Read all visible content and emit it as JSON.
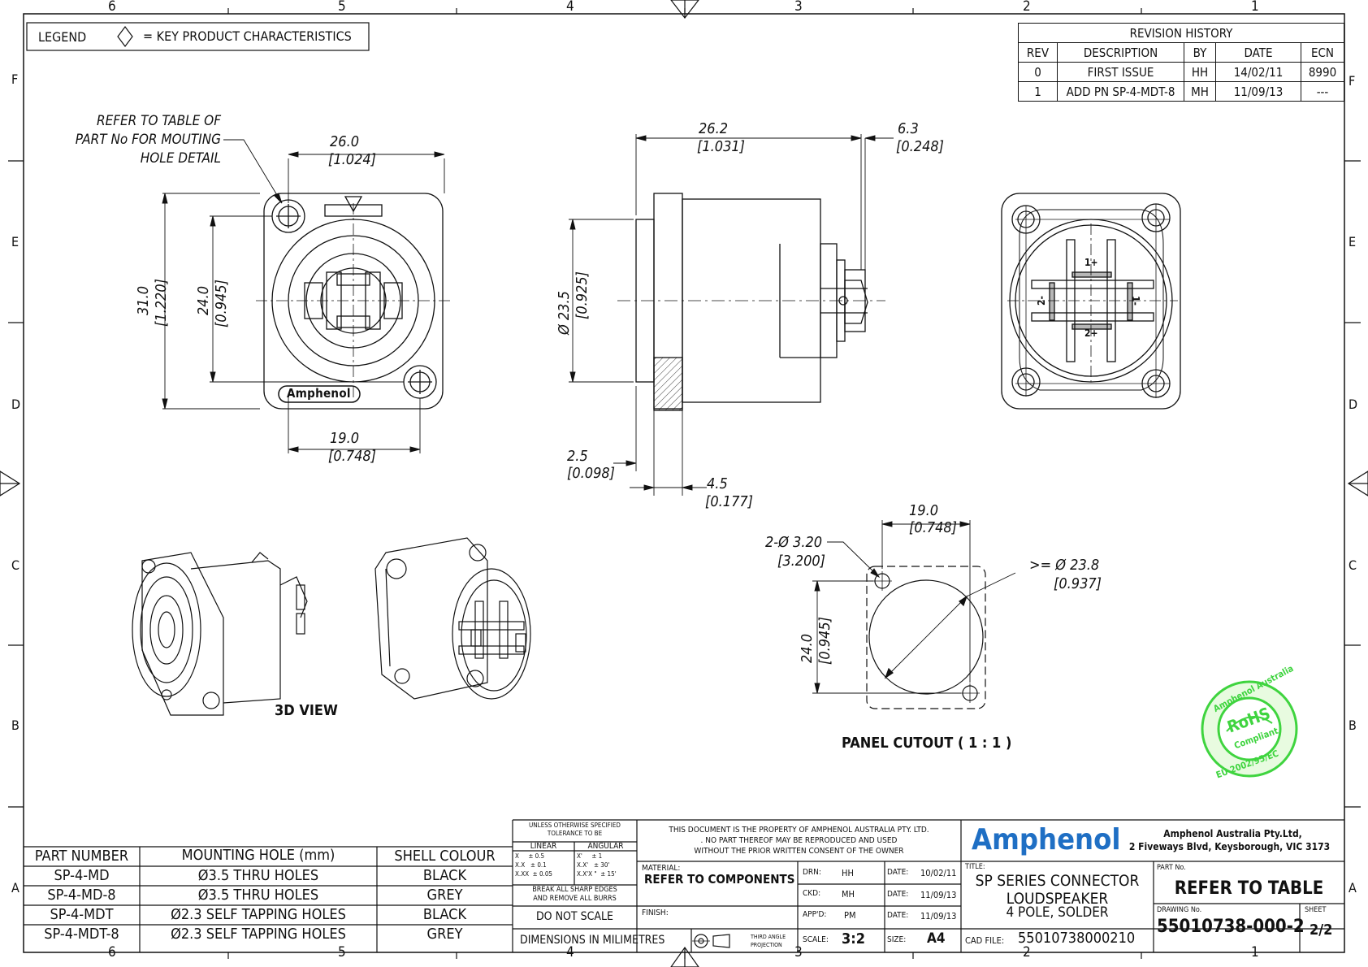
{
  "border": {
    "columns": [
      "6",
      "5",
      "4",
      "3",
      "2",
      "1"
    ],
    "rows": [
      "F",
      "E",
      "D",
      "C",
      "B",
      "A"
    ]
  },
  "legend": {
    "label": "LEGEND",
    "symbol_meaning": "=  KEY PRODUCT CHARACTERISTICS"
  },
  "revision_history": {
    "title": "REVISION HISTORY",
    "headers": [
      "REV",
      "DESCRIPTION",
      "BY",
      "DATE",
      "ECN"
    ],
    "rows": [
      [
        "0",
        "FIRST ISSUE",
        "HH",
        "14/02/11",
        "8990"
      ],
      [
        "1",
        "ADD PN SP-4-MDT-8",
        "MH",
        "11/09/13",
        "---"
      ]
    ]
  },
  "front_view": {
    "note": [
      "REFER TO TABLE OF",
      "PART No FOR MOUTING",
      "HOLE DETAIL"
    ],
    "width_mm": "26.0",
    "width_in": "[1.024]",
    "height_mm": "31.0",
    "height_in": "[1.220]",
    "inner_mm": "24.0",
    "inner_in": "[0.945]",
    "bottom_mm": "19.0",
    "bottom_in": "[0.748]",
    "logo": "Amphenol"
  },
  "side_view": {
    "depth_mm": "26.2",
    "depth_in": "[1.031]",
    "tab_mm": "6.3",
    "tab_in": "[0.248]",
    "dia_mm": "Ø 23.5",
    "dia_in": "[0.925]",
    "flange_mm": "2.5",
    "flange_in": "[0.098]",
    "rear_mm": "4.5",
    "rear_in": "[0.177]"
  },
  "rear_view": {
    "pins": [
      "1+",
      "1-",
      "2-",
      "2+"
    ]
  },
  "three_d": {
    "label": "3D VIEW"
  },
  "cutout": {
    "label": "PANEL CUTOUT  ( 1 : 1 )",
    "hole_mm": "2-Ø 3.20",
    "hole_in": "[3.200]",
    "spacing_mm": "19.0",
    "spacing_in": "[0.748]",
    "dia_mm": ">= Ø 23.8",
    "dia_in": "[0.937]",
    "height_mm": "24.0",
    "height_in": "[0.945]"
  },
  "rohs": {
    "outer_top": "Amphenol Australia",
    "center": "RoHS",
    "sub": "Compliant",
    "outer_bottom": "EU 2002/95/EC"
  },
  "part_table": {
    "headers": [
      "PART NUMBER",
      "MOUNTING HOLE (mm)",
      "SHELL COLOUR"
    ],
    "rows": [
      [
        "SP-4-MD",
        "Ø3.5 THRU HOLES",
        "BLACK"
      ],
      [
        "SP-4-MD-8",
        "Ø3.5 THRU HOLES",
        "GREY"
      ],
      [
        "SP-4-MDT",
        "Ø2.3 SELF TAPPING HOLES",
        "BLACK"
      ],
      [
        "SP-4-MDT-8",
        "Ø2.3 SELF TAPPING HOLES",
        "GREY"
      ]
    ]
  },
  "title_block": {
    "tol_title": "UNLESS OTHERWISE SPECIFIED",
    "tol_title2": "TOLERANCE TO BE",
    "linear": "LINEAR",
    "angular": "ANGULAR",
    "lin_rows": [
      "X     ± 0.5",
      "X.X   ± 0.1",
      "X.XX  ± 0.05"
    ],
    "ang_rows": [
      "X'     ± 1",
      "X.X'   ± 30'",
      "X.X'X \"  ± 15'"
    ],
    "break1": "BREAK ALL SHARP EDGES",
    "break2": "AND REMOVE ALL BURRS",
    "do_not_scale": "DO NOT SCALE",
    "dimensions": "DIMENSIONS IN  MILIMETRES",
    "property1": "THIS DOCUMENT IS THE PROPERTY OF AMPHENOL AUSTRALIA PTY. LTD.",
    "property2": ". NO PART THEREOF MAY BE REPRODUCED AND USED",
    "property3": "WITHOUT THE PRIOR WRITTEN CONSENT OF THE OWNER",
    "material_label": "MATERIAL:",
    "material": "REFER TO COMPONENTS",
    "finish_label": "FINISH:",
    "third_angle1": "THIRD ANGLE",
    "third_angle2": "PROJECTION",
    "drn_label": "DRN:",
    "drn": "HH",
    "drn_date_label": "DATE:",
    "drn_date": "10/02/11",
    "ckd_label": "CKD:",
    "ckd": "MH",
    "ckd_date_label": "DATE:",
    "ckd_date": "11/09/13",
    "appd_label": "APP'D:",
    "appd": "PM",
    "appd_date_label": "DATE:",
    "appd_date": "11/09/13",
    "scale_label": "SCALE:",
    "scale": "3:2",
    "size_label": "SIZE:",
    "size": "A4",
    "brand": "Amphenol",
    "company1": "Amphenol Australia Pty.Ltd,",
    "company2": "2 Fiveways Blvd, Keysborough, VIC 3173",
    "title_label": "TITLE:",
    "title1": "SP SERIES CONNECTOR",
    "title2": "LOUDSPEAKER",
    "title3": "4 POLE, SOLDER",
    "part_label": "PART No.",
    "part": "REFER TO TABLE",
    "drawing_label": "DRAWING No.",
    "drawing": "55010738-000-2",
    "sheet_label": "SHEET",
    "sheet": "2/2",
    "cad_label": "CAD FILE:",
    "cad": "55010738000210"
  }
}
